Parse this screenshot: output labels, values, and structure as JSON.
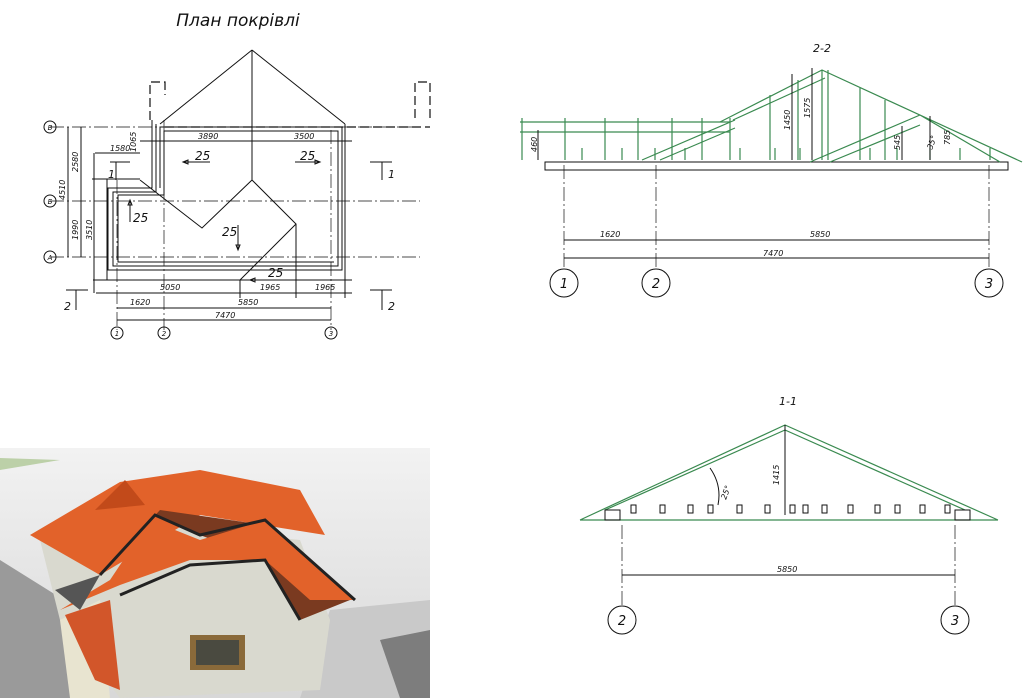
{
  "plan": {
    "title": "План покрівлі",
    "axes_rows": [
      "В",
      "Б",
      "А"
    ],
    "axes_cols": [
      "1",
      "2",
      "3"
    ],
    "dims": {
      "top_left": "3890",
      "top_right": "3500",
      "d1580": "1580",
      "d1065": "1065",
      "v2580": "2580",
      "v1990": "1990",
      "v3510": "3510",
      "v4510": "4510",
      "d5050": "5050",
      "d1965a": "1965",
      "d1965b": "1965",
      "d1620": "1620",
      "d5850": "5850",
      "d7470": "7470"
    },
    "slopes": [
      "25",
      "25",
      "25",
      "25",
      "25"
    ],
    "section_marks": [
      "1",
      "1",
      "2",
      "2"
    ]
  },
  "section22": {
    "title": "2-2",
    "dims": {
      "h460": "460",
      "h1450": "1450",
      "h1575": "1575",
      "h545": "545",
      "h785": "785",
      "angle": "35°",
      "d1620": "1620",
      "d5850": "5850",
      "d7470": "7470"
    },
    "axes": [
      "1",
      "2",
      "3"
    ]
  },
  "section11": {
    "title": "1-1",
    "dims": {
      "h1415": "1415",
      "angle": "25°",
      "d5850": "5850"
    },
    "axes": [
      "2",
      "3"
    ]
  },
  "render": {
    "roof_color": "#e2622a",
    "wall_color": "#d9d9cf"
  }
}
